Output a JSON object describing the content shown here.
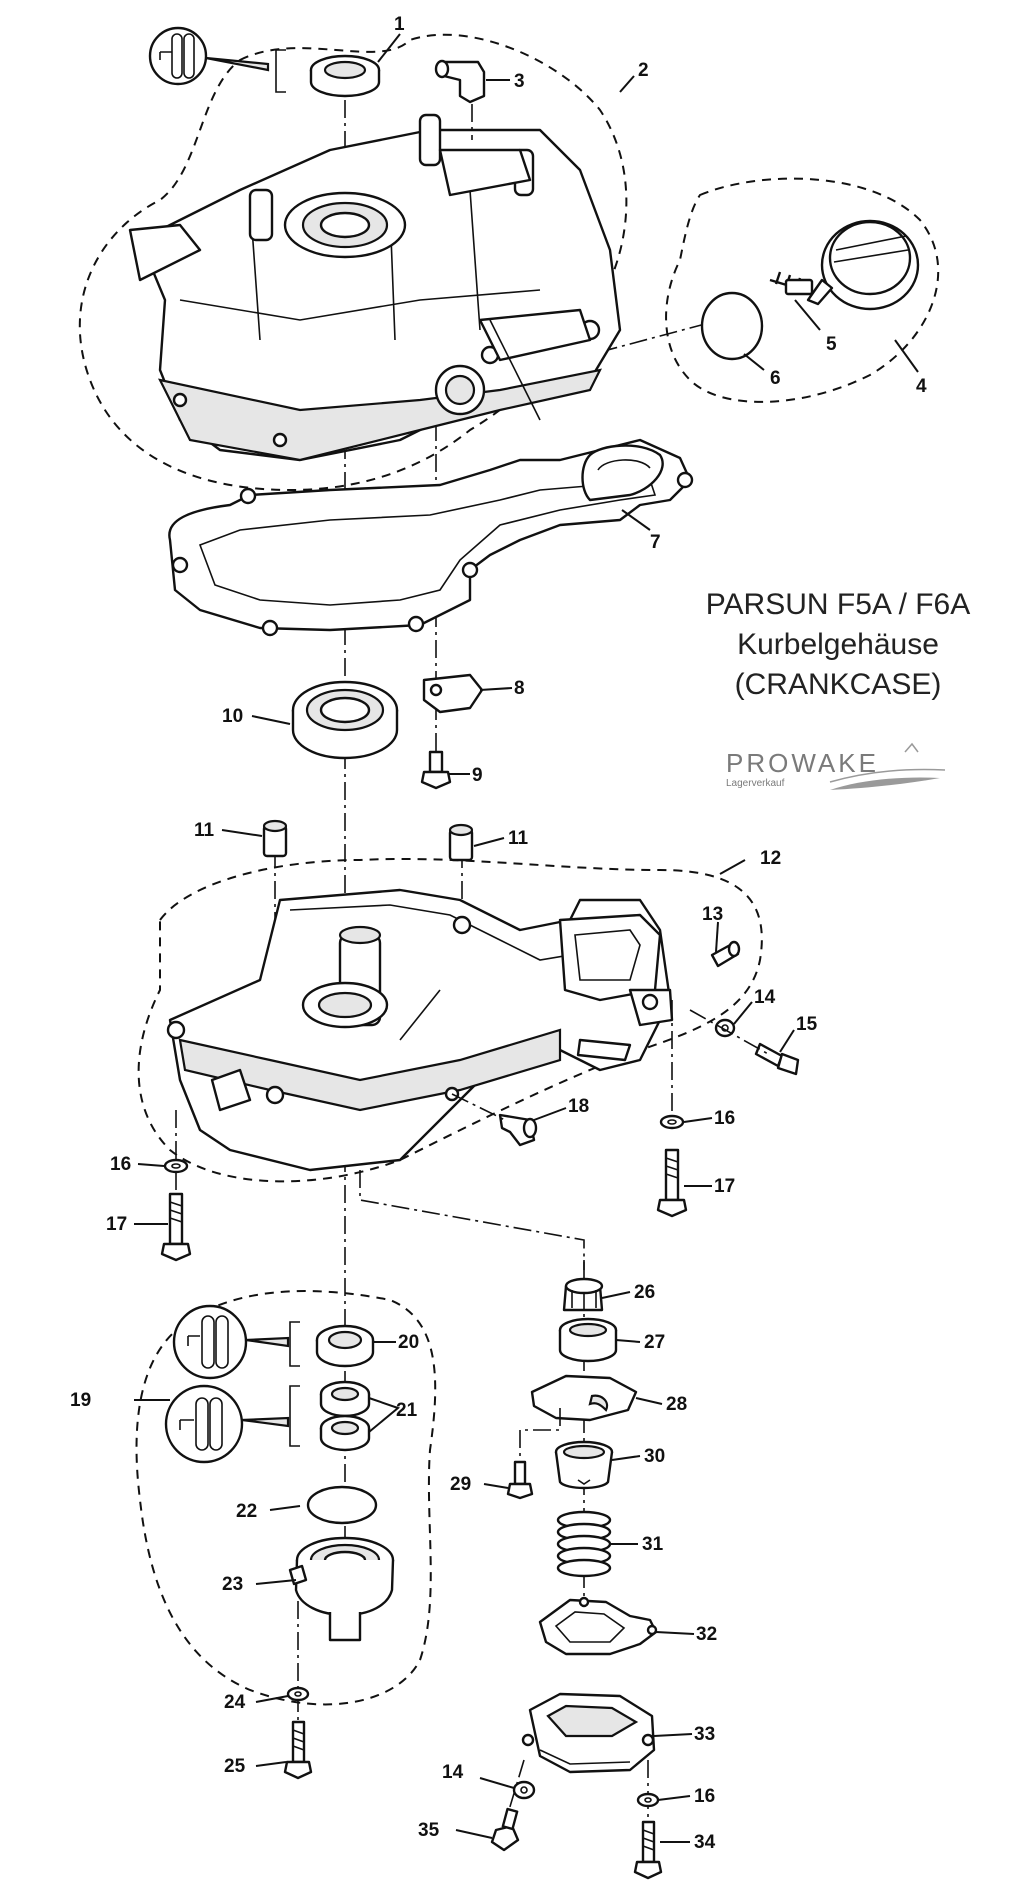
{
  "title": {
    "line1": "PARSUN F5A / F6A",
    "line2": "Kurbelgehäuse",
    "line3": "(CRANKCASE)"
  },
  "brand": {
    "name": "PROWAKE",
    "tagline": "Lagerverkauf"
  },
  "labels": {
    "p1": "1",
    "p2": "2",
    "p3": "3",
    "p4": "4",
    "p5": "5",
    "p6": "6",
    "p7": "7",
    "p8": "8",
    "p9": "9",
    "p10": "10",
    "p11a": "11",
    "p11b": "11",
    "p12": "12",
    "p13": "13",
    "p14a": "14",
    "p15": "15",
    "p16a": "16",
    "p17a": "17",
    "p18": "18",
    "p16b": "16",
    "p17b": "17",
    "p19": "19",
    "p20": "20",
    "p21": "21",
    "p22": "22",
    "p23": "23",
    "p24": "24",
    "p25": "25",
    "p26": "26",
    "p27": "27",
    "p28": "28",
    "p29": "29",
    "p30": "30",
    "p31": "31",
    "p32": "32",
    "p33": "33",
    "p14b": "14",
    "p16c": "16",
    "p35": "35",
    "p34": "34"
  }
}
